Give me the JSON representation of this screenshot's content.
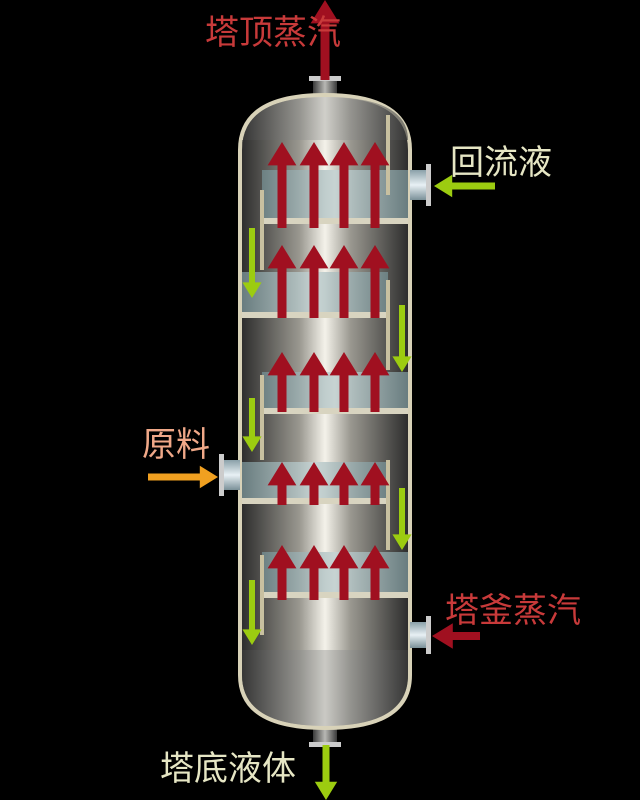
{
  "labels": {
    "top_vapor": "塔顶蒸汽",
    "reflux": "回流液",
    "feed": "原料",
    "reboiler_vapor": "塔釜蒸汽",
    "bottoms": "塔底液体"
  },
  "colors": {
    "vapor": "#a01020",
    "liquid_arrow": "#9ccc10",
    "feed_arrow": "#f0a020",
    "top_text": "#c83a3a",
    "reflux_text": "#e6e6c4",
    "feed_text": "#f0a888",
    "bottom_text": "#e6e6c4"
  }
}
